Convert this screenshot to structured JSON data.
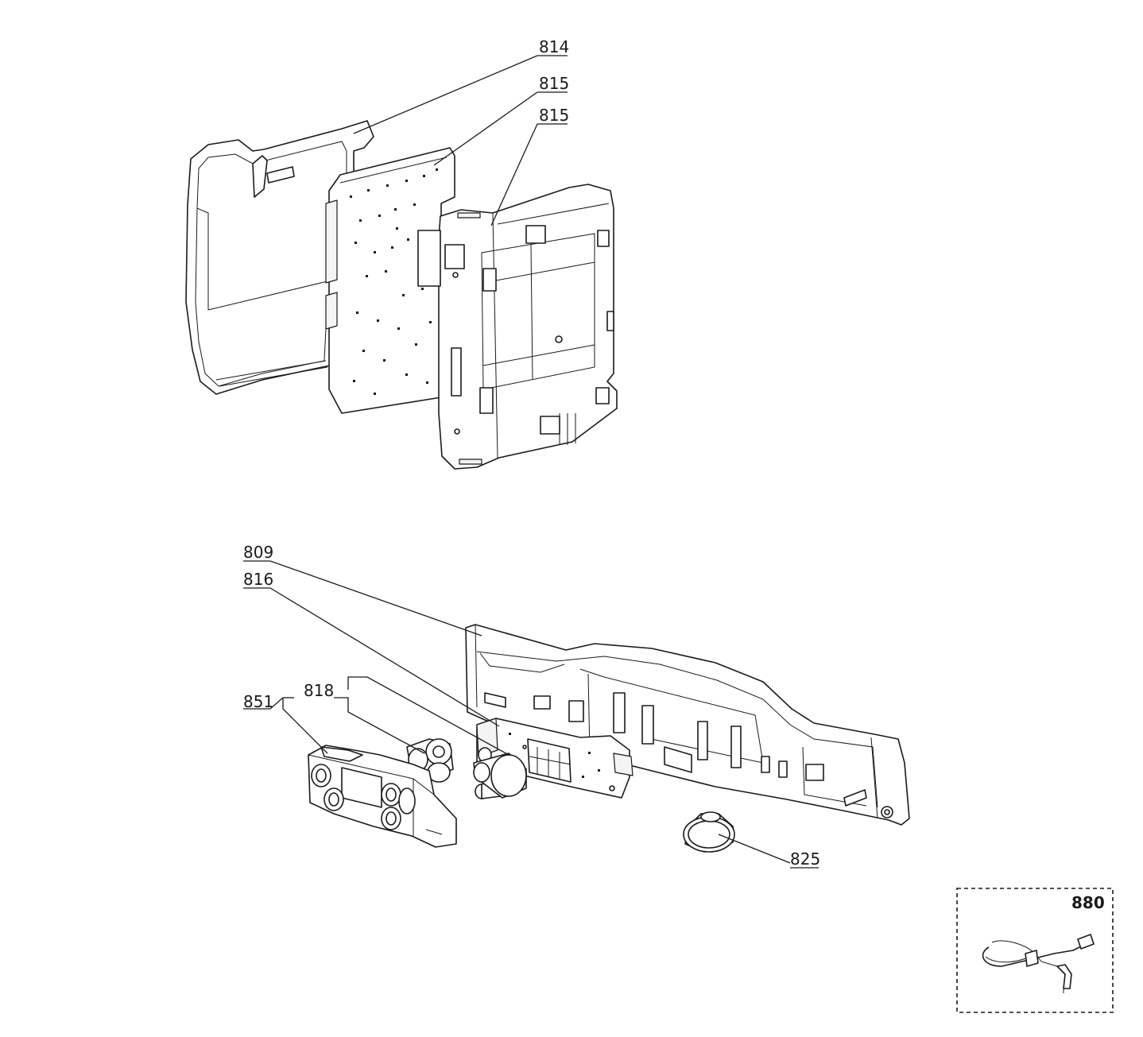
{
  "callouts": {
    "c814": "814",
    "c815a": "815",
    "c815b": "815",
    "c809": "809",
    "c816": "816",
    "c851": "851",
    "c818": "818",
    "c825": "825",
    "c880": "880"
  },
  "colors": {
    "line": "#1a1a1a",
    "background": "#ffffff"
  }
}
